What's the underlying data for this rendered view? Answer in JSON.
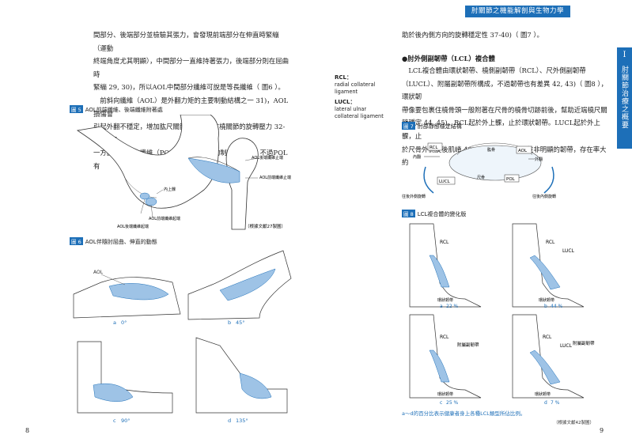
{
  "header": {
    "title": "肘關節之機能解剖與生物力學"
  },
  "tab": {
    "number": "I",
    "text": "肘關節治療之概要"
  },
  "left": {
    "paragraphs": [
      "間部分、後端部分並檢驗其張力，會發現前端部分在伸直時緊繃（運動",
      "終端角度尤其明顯），中間部分一直維持著張力，後端部分則在屈曲時",
      "緊繃 29, 30)，所以AOL中間部分纖維可說是等長纖維（ 圖6 ）。",
      "　前斜向纖維（AOL）是外翻力矩的主要制動結構之一 31)，AOL損傷會",
      "引起外翻不穩定，增加肱尺關節後內側與肱橈關節的旋轉壓力 32-36)。另",
      "一方面，後斜向纖維（POL）對外翻力矩的制動機能低，不過POL有"
    ],
    "fig5": {
      "num": "圖 5",
      "title": "AOL前端纖維、後端纖維附著處",
      "labels": {
        "ant": "AOL後端纖維止端",
        "ant2": "AOL前端纖維止端",
        "medial": "內上髁",
        "orig1": "AOL前端纖維起端",
        "orig2": "AOL後端纖維起端"
      },
      "credit": "（根據文獻27製圖）"
    },
    "fig6": {
      "num": "圖 6",
      "title": "AOL伴隨肘屈曲、伸直的動態",
      "aol": "AOL",
      "panels": [
        {
          "letter": "a",
          "angle": "0°"
        },
        {
          "letter": "b",
          "angle": "45°"
        },
        {
          "letter": "c",
          "angle": "90°"
        },
        {
          "letter": "d",
          "angle": "135°"
        }
      ]
    },
    "page_number": "8"
  },
  "notes": [
    {
      "term": "RCL：",
      "desc": "radial collateral ligament"
    },
    {
      "term": "LUCL：",
      "desc": "lateral ulnar collateral ligament"
    }
  ],
  "right": {
    "intro": "助於後內側方向的旋轉穩定性 37-40)（ 圖7 ）。",
    "section_title": "●肘外側副韌帶（LCL）複合體",
    "paragraphs": [
      "　LCL複合體由環狀韌帶、橈側副韌帶（RCL）、尺外側副韌帶",
      "（LUCL）、附屬副韌帶所構成，不過韌帶也有差異 42, 43)（ 圖8 ），環狀韌",
      "帶像要包裹住橈骨頭一般附著在尺骨的橈骨切跡前後，幫助近端橈尺關",
      "節穩定 44, 45)。RCL起於外上髁，止於環狀韌帶。LUCL起於外上髁，止",
      "於尺骨外側旋後肌嵴 46)。報告指出LUCL並非明顯的韌帶，存在率大約"
    ],
    "fig7": {
      "num": "圖 7",
      "title": "肘部靜態穩定結構",
      "labels": {
        "rcl": "RCL",
        "aol": "AOL",
        "ulna_top": "肱骨",
        "ulna": "尺骨",
        "lucl": "LUCL",
        "pol": "POL",
        "valgus": "內翻",
        "varus": "外翻",
        "post_lat": "往後外側旋轉",
        "post_med": "往後內側旋轉"
      }
    },
    "fig8": {
      "num": "圖 8",
      "title": "LCL複合體的變化版",
      "panels": [
        {
          "letter": "a",
          "pct": "22 %",
          "labels": [
            "RCL"
          ],
          "ring": "環狀韌帶"
        },
        {
          "letter": "b",
          "pct": "44 %",
          "labels": [
            "RCL",
            "LUCL"
          ],
          "ring": "環狀韌帶"
        },
        {
          "letter": "c",
          "pct": "25 %",
          "labels": [
            "RCL",
            "附屬副韌帶"
          ],
          "ring": "環狀韌帶"
        },
        {
          "letter": "d",
          "pct": "7 %",
          "labels": [
            "RCL",
            "LUCL",
            "附屬副韌帶"
          ],
          "ring": "環狀韌帶"
        }
      ],
      "caption": "a～d的百分比表示健康者身上各種LCL類型所佔比例。",
      "credit": "（根據文獻42製圖）"
    },
    "page_number": "9"
  },
  "colors": {
    "accent": "#1d6fb8",
    "ligament": "#9ec3e6"
  }
}
